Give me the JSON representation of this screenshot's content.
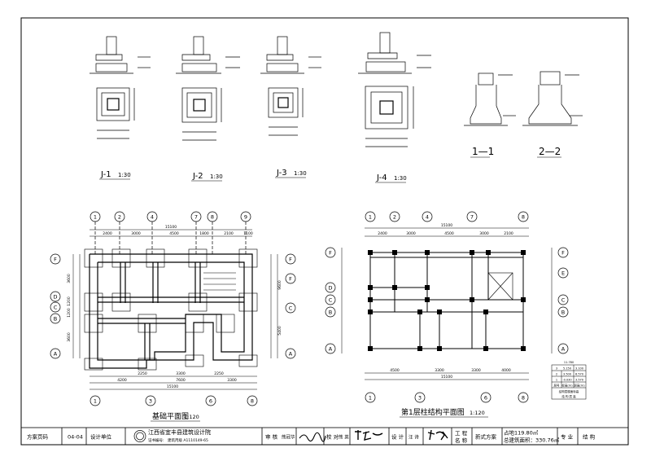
{
  "details": [
    {
      "label": "J-1",
      "scale": "1:30"
    },
    {
      "label": "J-2",
      "scale": "1:30"
    },
    {
      "label": "J-3",
      "scale": "1:30"
    },
    {
      "label": "J-4",
      "scale": "1:30"
    }
  ],
  "sections": [
    "1—1",
    "2—2"
  ],
  "foundation_plan": {
    "title": "基础平面图",
    "scale": "1:120",
    "top_axes": [
      "1",
      "2",
      "4",
      "7",
      "8",
      "9"
    ],
    "bottom_axes": [
      "1",
      "3",
      "6",
      "8"
    ],
    "left_axes": [
      "F",
      "D",
      "C",
      "B",
      "A"
    ],
    "right_axes": [
      "F",
      "F",
      "C",
      "A"
    ],
    "top_total": "15100",
    "top_dims": [
      "2400",
      "3000",
      "4500",
      "1800",
      "2100",
      "1100"
    ],
    "bottom_dims_1": [
      "4200",
      "7600",
      "3300"
    ],
    "bottom_dims_2": [
      "2250",
      "3300",
      "2250"
    ],
    "bottom_total": "15100",
    "left_dims": [
      "3600",
      "1200",
      "1200",
      "3600"
    ],
    "right_dims": [
      "9600",
      "5400"
    ]
  },
  "structure_plan": {
    "title": "第1层柱结构平面图",
    "scale": "1:120",
    "top_axes": [
      "1",
      "2",
      "4",
      "7",
      "8"
    ],
    "bottom_axes": [
      "1",
      "3",
      "6",
      "8"
    ],
    "left_axes": [
      "F",
      "D",
      "C",
      "B",
      "A"
    ],
    "right_axes": [
      "F",
      "E",
      "C",
      "B",
      "A"
    ],
    "top_total": "15100",
    "top_dims": [
      "2400",
      "3000",
      "4500",
      "3000",
      "2100"
    ],
    "bottom_dims": [
      "4500",
      "3300",
      "3300",
      "4000"
    ],
    "bottom_total": "15100"
  },
  "level_table": {
    "header": "11.780",
    "col_headers": [
      "层号",
      "标高(m)",
      "层高(m)"
    ],
    "rows": [
      [
        "3",
        "5.150",
        "3.100"
      ],
      [
        "2",
        "3.500",
        "6.570"
      ],
      [
        "1",
        "-0.030",
        "3.570"
      ]
    ],
    "footer1": "结构层楼面标高",
    "footer2": "结 构 层 高"
  },
  "title_block": {
    "project_page_label": "方案页码",
    "project_page": "04-04",
    "design_unit_label": "设计单位",
    "institute": "江西省宜丰县建筑设计院",
    "cert_label": "证书编号:",
    "cert_value": "建筑丙级 A1110149-65",
    "review_label": "审 核",
    "reviewer": "熊冠华",
    "check_label": "校 对",
    "checker": "熊 英",
    "design_label": "设 计",
    "designer": "汪 诗",
    "project_name_label": "工 程\n名 称",
    "project_name": "新式方案",
    "area_land": "占地119.80㎡",
    "area_total": "总建筑面积：330.76㎡",
    "discipline_label": "专 业",
    "discipline": "结 构"
  }
}
